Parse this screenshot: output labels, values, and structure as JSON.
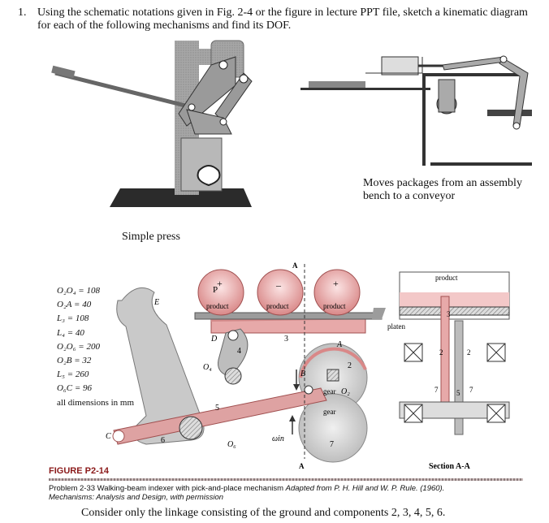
{
  "question": {
    "number": "1.",
    "text": "Using the schematic notations given in Fig. 2-4 or the figure in lecture PPT file, sketch a kinematic diagram for each of the following mechanisms and find its DOF."
  },
  "figure1": {
    "caption": "Simple press"
  },
  "figure2": {
    "caption": "Moves packages from an assembly bench to a conveyor"
  },
  "figure3": {
    "dimensions": [
      "O₂O₄ = 108",
      "O₂A = 40",
      "L₃ = 108",
      "L₄ = 40",
      "O₂O₆ = 200",
      "O₂B = 32",
      "L₅ = 260",
      "O₆C = 96",
      "all dimensions in mm"
    ],
    "labels": {
      "product": "product",
      "platen": "platen",
      "gear": "gear",
      "section_mark": "A",
      "section_title": "Section A-A",
      "P": "P",
      "E": "E",
      "D": "D",
      "O4": "O₄",
      "O2": "O₂",
      "O6": "O₆",
      "win": "ωin",
      "A": "A",
      "B": "B",
      "C": "C",
      "n2": "2",
      "n3": "3",
      "n4": "4",
      "n5": "5",
      "n6": "6",
      "n7": "7",
      "plus": "+",
      "minus": "–"
    }
  },
  "figure_caption": {
    "label": "FIGURE P2-14",
    "problem": "Problem 2-33",
    "title": "Walking-beam indexer with pick-and-place mechanism",
    "credit": "Adapted from P. H. Hill and W. P. Rule. (1960).",
    "source": "Mechanisms: Analysis and Design, with permission"
  },
  "instruction": "Consider only the linkage consisting of the ground and components 2, 3, 4, 5, 6."
}
